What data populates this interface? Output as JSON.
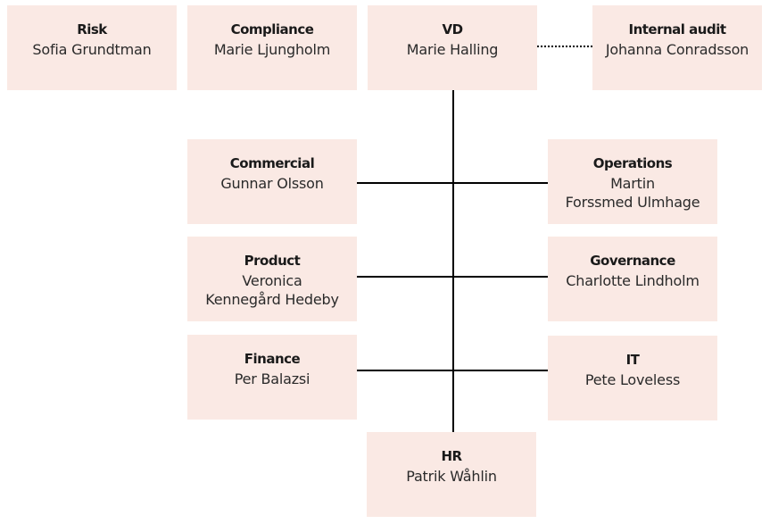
{
  "org_chart": {
    "colors": {
      "box_fill": "#fae9e4",
      "line": "#000000",
      "text": "#1a1a1a"
    },
    "top_row": [
      {
        "id": "risk",
        "title": "Risk",
        "name": "Sofia Grundtman"
      },
      {
        "id": "compliance",
        "title": "Compliance",
        "name": "Marie Ljungholm"
      },
      {
        "id": "vd",
        "title": "VD",
        "name": "Marie Halling"
      },
      {
        "id": "internal-audit",
        "title": "Internal audit",
        "name": "Johanna Conradsson"
      }
    ],
    "left_units": [
      {
        "id": "commercial",
        "title": "Commercial",
        "name": "Gunnar Olsson"
      },
      {
        "id": "product",
        "title": "Product",
        "name": "Veronica\nKennegård Hedeby"
      },
      {
        "id": "finance",
        "title": "Finance",
        "name": "Per Balazsi"
      }
    ],
    "right_units": [
      {
        "id": "operations",
        "title": "Operations",
        "name": "Martin\nForssmed Ulmhage"
      },
      {
        "id": "governance",
        "title": "Governance",
        "name": "Charlotte Lindholm"
      },
      {
        "id": "it",
        "title": "IT",
        "name": "Pete Loveless"
      }
    ],
    "bottom_unit": {
      "id": "hr",
      "title": "HR",
      "name": "Patrik Wåhlin"
    },
    "connections": [
      {
        "from": "vd",
        "to": "internal-audit",
        "style": "dotted"
      },
      {
        "from": "vd",
        "to": "commercial",
        "style": "solid"
      },
      {
        "from": "vd",
        "to": "operations",
        "style": "solid"
      },
      {
        "from": "vd",
        "to": "product",
        "style": "solid"
      },
      {
        "from": "vd",
        "to": "governance",
        "style": "solid"
      },
      {
        "from": "vd",
        "to": "finance",
        "style": "solid"
      },
      {
        "from": "vd",
        "to": "it",
        "style": "solid"
      },
      {
        "from": "vd",
        "to": "hr",
        "style": "solid"
      }
    ]
  }
}
